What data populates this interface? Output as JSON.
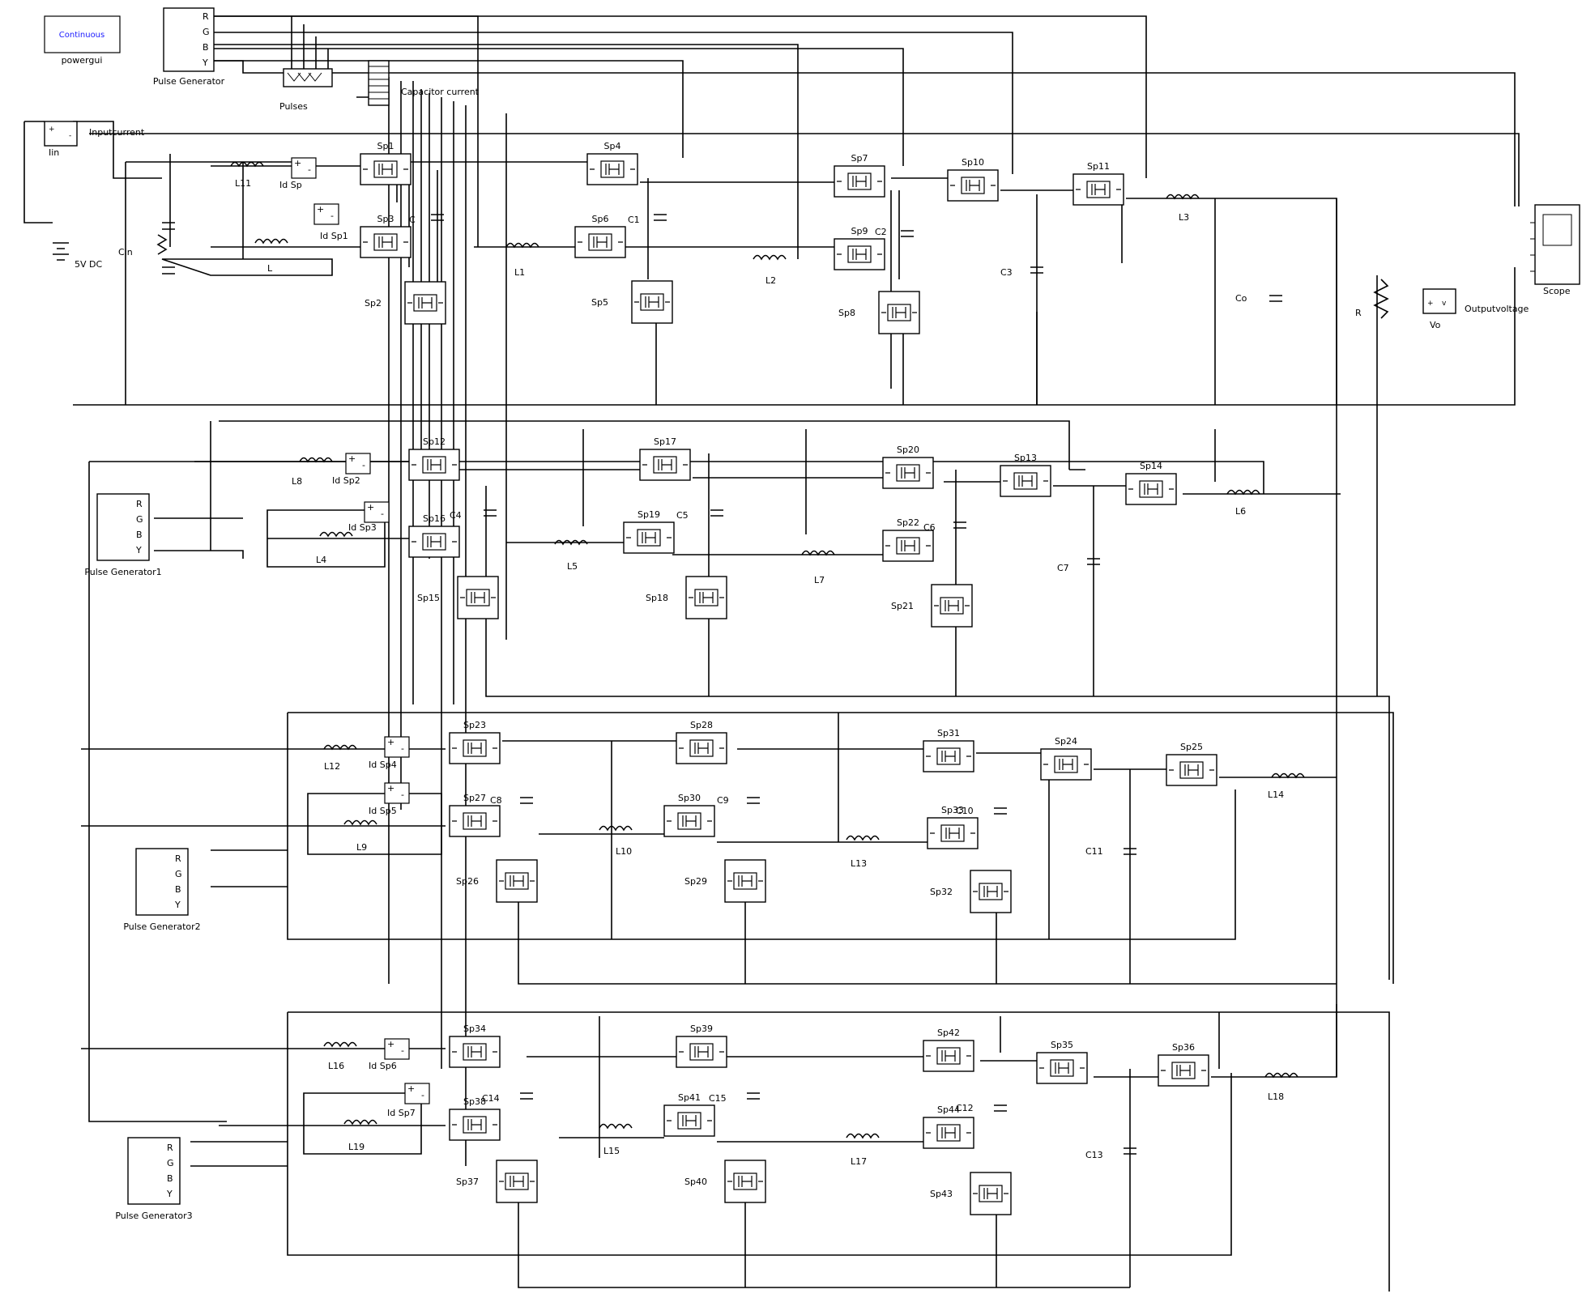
{
  "powergui": {
    "block_text": "Continuous",
    "label": "powergui",
    "accent_color": "#1a1aff"
  },
  "pulse_generators": [
    {
      "label": "Pulse Generator",
      "ports": [
        "R",
        "G",
        "B",
        "Y"
      ]
    },
    {
      "label": "Pulse Generator1",
      "ports": [
        "R",
        "G",
        "B",
        "Y"
      ]
    },
    {
      "label": "Pulse Generator2",
      "ports": [
        "R",
        "G",
        "B",
        "Y"
      ]
    },
    {
      "label": "Pulse Generator3",
      "ports": [
        "R",
        "G",
        "B",
        "Y"
      ]
    }
  ],
  "top_labels": {
    "pulses": "Pulses",
    "capacitor_current": "Capacitor current",
    "input_current": "Inputcurrent",
    "iin": "Iin",
    "source": "5V DC",
    "cin": "Cin",
    "r": "R",
    "vo": "Vo",
    "output_voltage": "Outputvoltage",
    "scope": "Scope"
  },
  "stage1": {
    "switches": [
      "Sp1",
      "Sp4",
      "Sp7",
      "Sp10",
      "Sp11",
      "Sp3",
      "Sp6",
      "Sp9",
      "Sp2",
      "Sp5",
      "Sp8"
    ],
    "inductors": [
      "L11",
      "L",
      "L1",
      "L2",
      "L3"
    ],
    "capacitors": [
      "C",
      "C1",
      "C2",
      "C3",
      "Co"
    ],
    "meters": [
      "Id Sp",
      "Id Sp1"
    ]
  },
  "stage2": {
    "switches": [
      "Sp12",
      "Sp17",
      "Sp20",
      "Sp13",
      "Sp14",
      "Sp16",
      "Sp19",
      "Sp22",
      "Sp15",
      "Sp18",
      "Sp21"
    ],
    "inductors": [
      "L8",
      "L4",
      "L5",
      "L7",
      "L6"
    ],
    "capacitors": [
      "C4",
      "C5",
      "C6",
      "C7"
    ],
    "meters": [
      "Id Sp2",
      "Id Sp3"
    ]
  },
  "stage3": {
    "switches": [
      "Sp23",
      "Sp28",
      "Sp31",
      "Sp24",
      "Sp25",
      "Sp27",
      "Sp30",
      "Sp33",
      "Sp26",
      "Sp29",
      "Sp32"
    ],
    "inductors": [
      "L12",
      "L9",
      "L10",
      "L13",
      "L14"
    ],
    "capacitors": [
      "C8",
      "C9",
      "C10",
      "C11"
    ],
    "meters": [
      "Id Sp4",
      "Id Sp5"
    ]
  },
  "stage4": {
    "switches": [
      "Sp34",
      "Sp39",
      "Sp42",
      "Sp35",
      "Sp36",
      "Sp38",
      "Sp41",
      "Sp44",
      "Sp37",
      "Sp40",
      "Sp43"
    ],
    "inductors": [
      "L16",
      "L19",
      "L15",
      "L17",
      "L18"
    ],
    "capacitors": [
      "C14",
      "C15",
      "C12",
      "C13"
    ],
    "meters": [
      "Id Sp6",
      "Id Sp7"
    ]
  }
}
